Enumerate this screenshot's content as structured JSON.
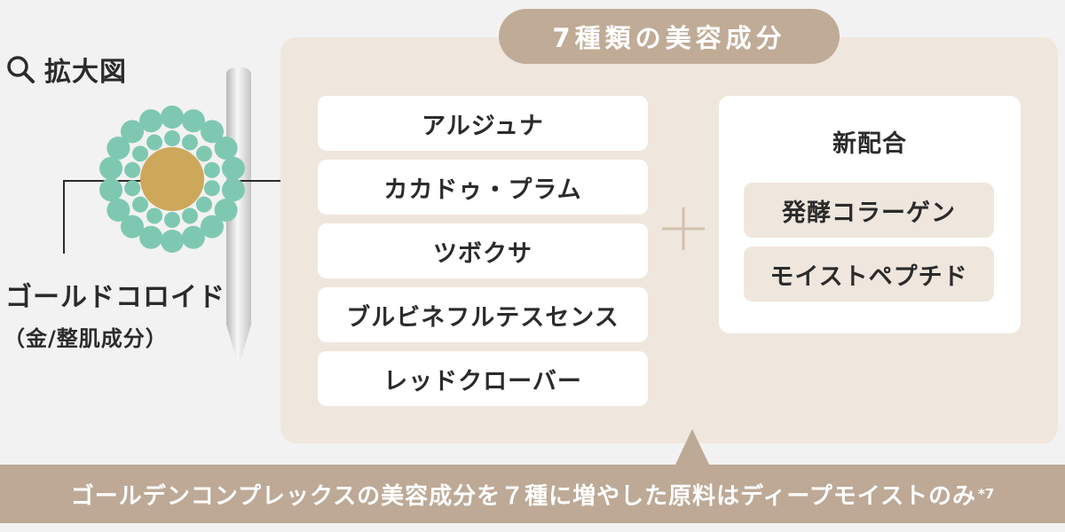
{
  "zoom": {
    "label": "拡大図",
    "icon": "magnifier-icon"
  },
  "illustration": {
    "colloid_label": "ゴールドコロイド",
    "colloid_sub": "（金/整肌成分）",
    "colors": {
      "gold": "#cda75a",
      "bead": "#7ec8b1",
      "needle": "#d9d9d9"
    }
  },
  "panel": {
    "title": "7種類の美容成分",
    "ingredients": [
      "アルジュナ",
      "カカドゥ・プラム",
      "ツボクサ",
      "ブルビネフルテスセンス",
      "レッドクローバー"
    ],
    "plus_icon": "plus-icon",
    "new_blend": {
      "title": "新配合",
      "items": [
        "発酵コラーゲン",
        "モイストペプチド"
      ]
    },
    "colors": {
      "panel_bg": "#efe6dd",
      "title_bg": "#c0ab96",
      "plus": "#d2c1ae"
    }
  },
  "banner": {
    "text": "ゴールデンコンプレックスの美容成分を７種に増やした原料はディープモイストのみ",
    "note": "*7",
    "color": "#bda996"
  }
}
